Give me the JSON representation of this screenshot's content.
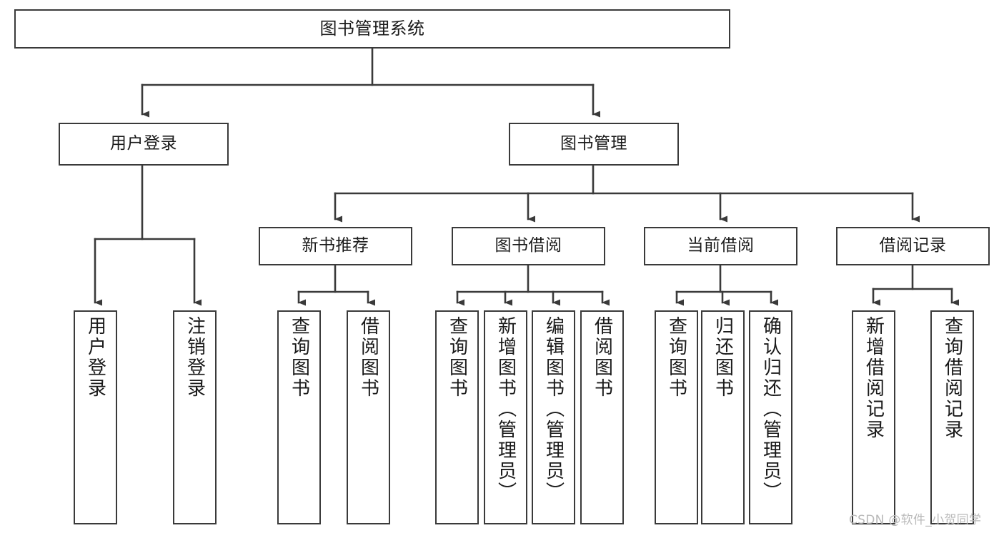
{
  "diagram": {
    "title": "图书管理系统",
    "type": "功能结构图",
    "colors": {
      "background": "#ffffff",
      "node_border": "#3a3a3a",
      "node_fill": "#ffffff",
      "text": "#1a1a1a",
      "edge": "#3a3a3a",
      "watermark": "#b9b9b9"
    },
    "root": {
      "label": "图书管理系统"
    },
    "level2": [
      {
        "label": "用户登录"
      },
      {
        "label": "图书管理"
      }
    ],
    "level3": [
      {
        "label": "新书推荐"
      },
      {
        "label": "图书借阅"
      },
      {
        "label": "当前借阅"
      },
      {
        "label": "借阅记录"
      }
    ],
    "leaves": {
      "user_login": [
        {
          "label": "用户登录"
        },
        {
          "label": "注销登录"
        }
      ],
      "new_book_recommend": [
        {
          "label": "查询图书"
        },
        {
          "label": "借阅图书"
        }
      ],
      "book_borrow": [
        {
          "label": "查询图书"
        },
        {
          "label": "新增图书（管理员）"
        },
        {
          "label": "编辑图书（管理员）"
        },
        {
          "label": "借阅图书"
        }
      ],
      "current_borrow": [
        {
          "label": "查询图书"
        },
        {
          "label": "归还图书"
        },
        {
          "label": "确认归还（管理员）"
        }
      ],
      "borrow_record": [
        {
          "label": "新增借阅记录"
        },
        {
          "label": "查询借阅记录"
        }
      ]
    },
    "watermark": "CSDN @软件_小贺同学"
  }
}
